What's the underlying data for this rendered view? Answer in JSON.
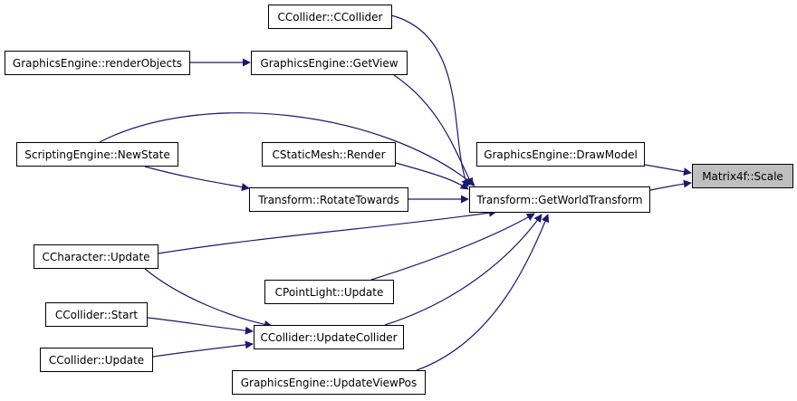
{
  "colors": {
    "edge": "#191970",
    "node_border": "#000000",
    "node_fill": "#ffffff",
    "target_fill": "#bfbfbf"
  },
  "nodes": {
    "scale": "Matrix4f::Scale",
    "draw_model": "GraphicsEngine::DrawModel",
    "get_world_transform": "Transform::GetWorldTransform",
    "ccollider_ctor": "CCollider::CCollider",
    "get_view": "GraphicsEngine::GetView",
    "render_objects": "GraphicsEngine::renderObjects",
    "new_state": "ScriptingEngine::NewState",
    "static_mesh_render": "CStaticMesh::Render",
    "rotate_towards": "Transform::RotateTowards",
    "character_update": "CCharacter::Update",
    "point_light_update": "CPointLight::Update",
    "collider_start": "CCollider::Start",
    "update_collider": "CCollider::UpdateCollider",
    "collider_update": "CCollider::Update",
    "update_view_pos": "GraphicsEngine::UpdateViewPos"
  },
  "edges": [
    [
      "draw_model",
      "scale"
    ],
    [
      "get_world_transform",
      "scale"
    ],
    [
      "ccollider_ctor",
      "get_world_transform"
    ],
    [
      "get_view",
      "get_world_transform"
    ],
    [
      "render_objects",
      "get_view"
    ],
    [
      "new_state",
      "get_world_transform"
    ],
    [
      "static_mesh_render",
      "get_world_transform"
    ],
    [
      "rotate_towards",
      "get_world_transform"
    ],
    [
      "new_state",
      "rotate_towards"
    ],
    [
      "character_update",
      "get_world_transform"
    ],
    [
      "point_light_update",
      "get_world_transform"
    ],
    [
      "update_collider",
      "get_world_transform"
    ],
    [
      "update_view_pos",
      "get_world_transform"
    ],
    [
      "character_update",
      "update_collider"
    ],
    [
      "collider_start",
      "update_collider"
    ],
    [
      "collider_update",
      "update_collider"
    ]
  ]
}
